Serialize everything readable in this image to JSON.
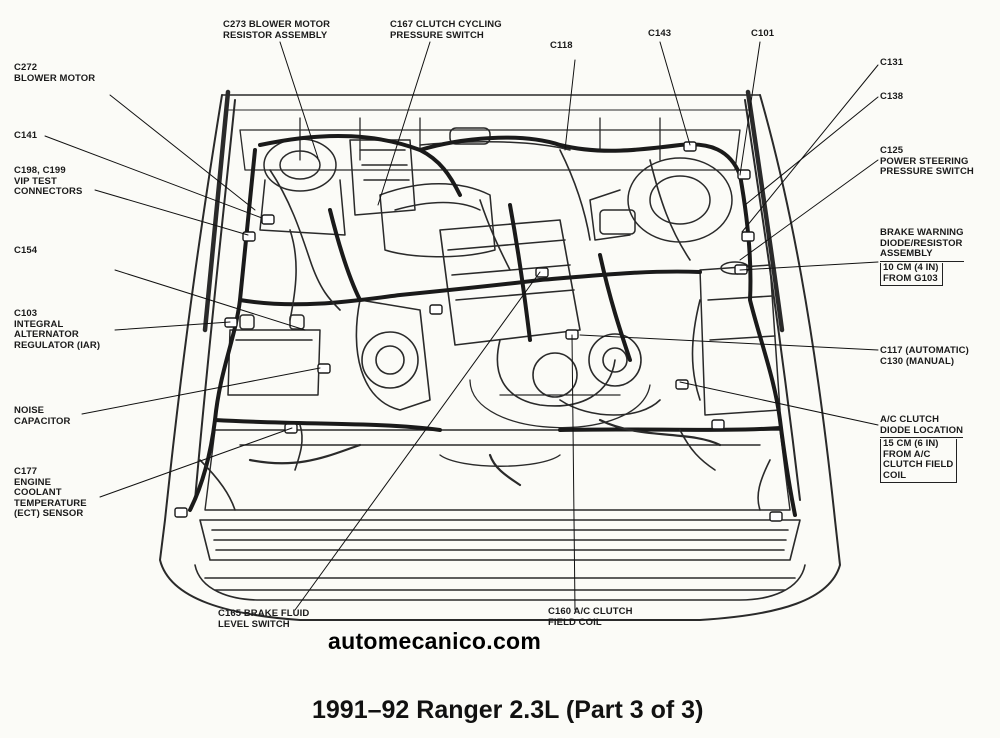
{
  "watermark": "automecanico.com",
  "title": "1991–92 Ranger 2.3L (Part 3 of 3)",
  "labels": {
    "c273": "C273 BLOWER MOTOR\nRESISTOR ASSEMBLY",
    "c167": "C167 CLUTCH CYCLING\nPRESSURE SWITCH",
    "c118": "C118",
    "c143": "C143",
    "c101": "C101",
    "c272": "C272\nBLOWER MOTOR",
    "c131": "C131",
    "c138": "C138",
    "c141": "C141",
    "c125": "C125\nPOWER STEERING\nPRESSURE SWITCH",
    "c198": "C198, C199\nVIP TEST\nCONNECTORS",
    "brake_warning": "BRAKE WARNING\nDIODE/RESISTOR\nASSEMBLY",
    "brake_warning_loc": "10 CM (4 IN)\nFROM G103",
    "c154": "C154",
    "c103": "C103\nINTEGRAL\nALTERNATOR\nREGULATOR (IAR)",
    "c117": "C117 (AUTOMATIC)\nC130 (MANUAL)",
    "noise": "NOISE\nCAPACITOR",
    "ac_diode": "A/C CLUTCH\nDIODE LOCATION",
    "ac_diode_loc": "15 CM (6 IN)\nFROM A/C\nCLUTCH FIELD\nCOIL",
    "c177": "C177\nENGINE\nCOOLANT\nTEMPERATURE\n(ECT) SENSOR",
    "c165": "C165 BRAKE FLUID\nLEVEL SWITCH",
    "c160": "C160 A/C CLUTCH\nFIELD COIL"
  }
}
